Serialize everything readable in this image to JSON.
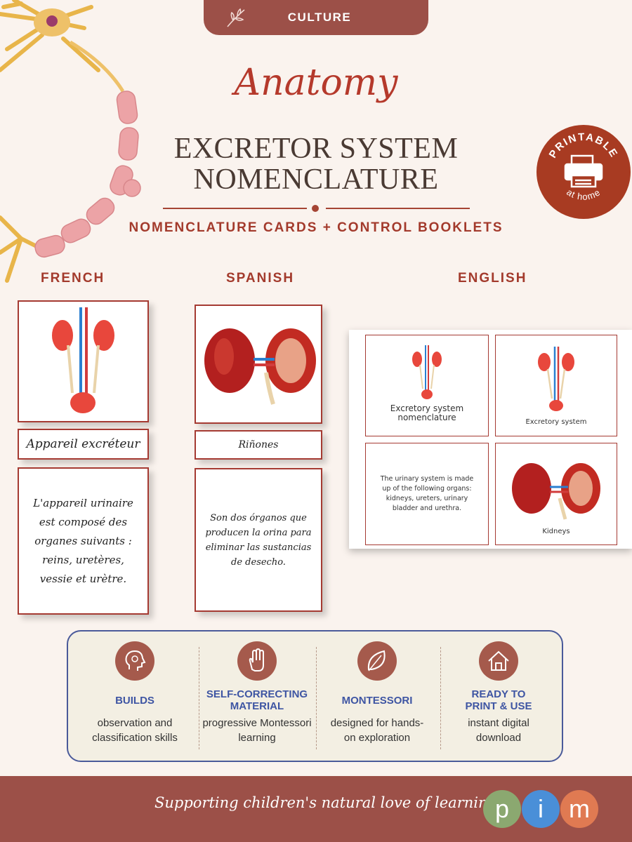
{
  "header": {
    "category": "CULTURE",
    "script_title": "Anatomy",
    "main_title_line1": "EXCRETOR SYSTEM",
    "main_title_line2": "NOMENCLATURE",
    "subtitle": "NOMENCLATURE CARDS + CONTROL BOOKLETS"
  },
  "badge": {
    "top_text": "PRINTABLE",
    "bottom_text": "at home",
    "icon": "printer-icon"
  },
  "languages": [
    {
      "name": "FRENCH",
      "label": "Appareil excréteur",
      "description": "L'appareil urinaire est composé des organes suivants : reins, uretères, vessie et urètre."
    },
    {
      "name": "SPANISH",
      "label": "Riñones",
      "description": "Son dos órganos que producen la orina para eliminar las sustancias de desecho."
    },
    {
      "name": "ENGLISH",
      "cards": [
        {
          "text": "Excretory system nomenclature"
        },
        {
          "text": "Excretory system"
        },
        {
          "text": "The urinary system is made up of the following organs: kidneys, ureters, urinary bladder and urethra."
        },
        {
          "text": "Kidneys"
        }
      ]
    }
  ],
  "features": [
    {
      "icon": "head-icon",
      "title": "BUILDS",
      "desc": "observation and classification skills"
    },
    {
      "icon": "hand-icon",
      "title": "SELF-CORRECTING MATERIAL",
      "desc": "progressive Montessori learning"
    },
    {
      "icon": "leaf-icon",
      "title": "MONTESSORI",
      "desc": "designed for hands-on exploration"
    },
    {
      "icon": "house-icon",
      "title": "READY TO PRINT & USE",
      "desc": "instant digital download"
    }
  ],
  "footer": {
    "tagline": "Supporting children's natural love of learning",
    "logo_letters": [
      "p",
      "i",
      "m"
    ],
    "logo_colors": [
      "#8ba870",
      "#4a8fd8",
      "#e07a52"
    ]
  },
  "colors": {
    "accent": "#a33a2c",
    "footer": "#9c5048",
    "feature_title": "#3e55a3"
  }
}
